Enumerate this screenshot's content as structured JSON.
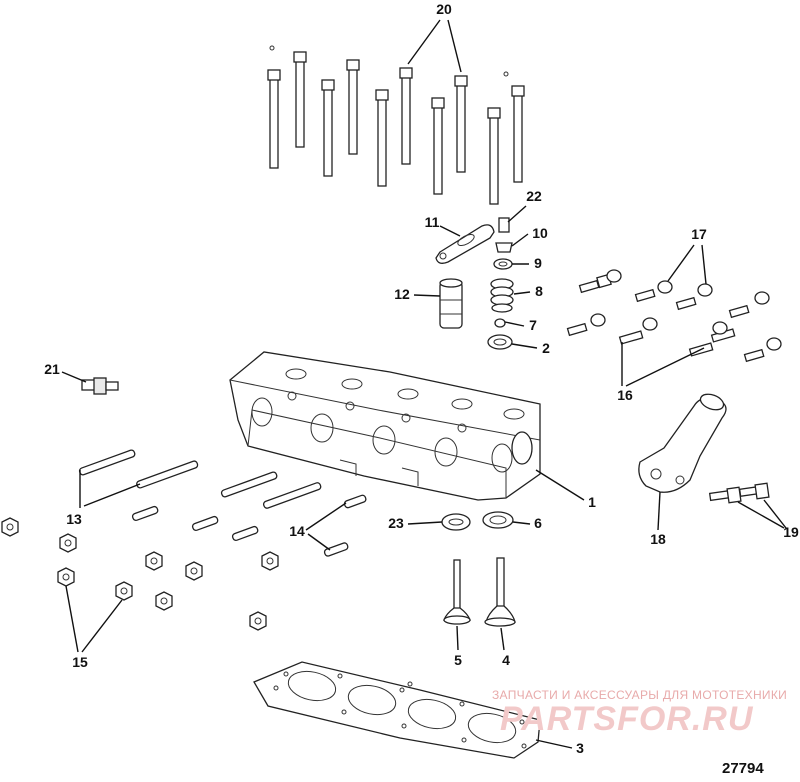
{
  "callouts": {
    "c1": "1",
    "c2": "2",
    "c3": "3",
    "c4": "4",
    "c5": "5",
    "c6": "6",
    "c7": "7",
    "c8": "8",
    "c9": "9",
    "c10": "10",
    "c11": "11",
    "c12": "12",
    "c13": "13",
    "c14": "14",
    "c15": "15",
    "c16": "16",
    "c17": "17",
    "c18": "18",
    "c19": "19",
    "c20": "20",
    "c21": "21",
    "c22": "22",
    "c23": "23"
  },
  "watermark": {
    "caption": "ЗАПЧАСТИ И АКСЕССУАРЫ ДЛЯ МОТОТЕХНИКИ",
    "brand": "PARTSFOR.RU"
  },
  "diagram_number": "27794"
}
